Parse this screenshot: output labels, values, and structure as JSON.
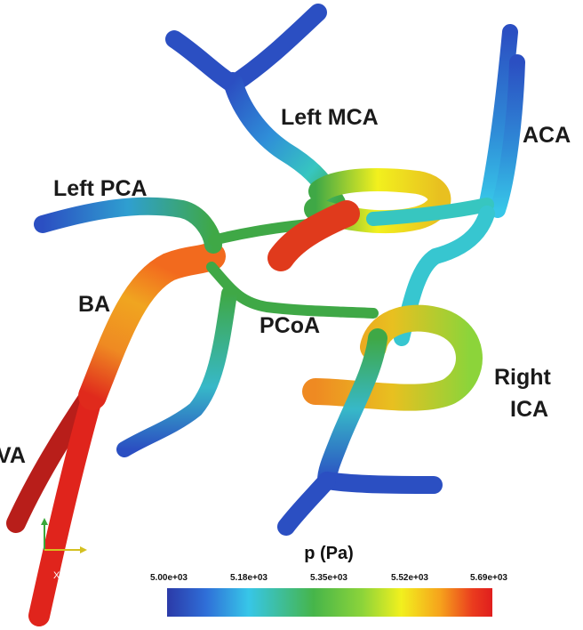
{
  "labels": {
    "left_mca": "Left MCA",
    "aca": "ACA",
    "left_pca": "Left PCA",
    "ba": "BA",
    "pcoa": "PCoA",
    "right": "Right",
    "ica": "ICA",
    "va": "VA"
  },
  "axes_widget": {
    "x_label": "X"
  },
  "colorbar": {
    "title": "p (Pa)",
    "ticks": [
      "5.00e+03",
      "5.18e+03",
      "5.35e+03",
      "5.52e+03",
      "5.69e+03"
    ],
    "range": [
      5000,
      5690
    ],
    "colormap": [
      "#2b3aa8",
      "#2f6fd8",
      "#37c6e8",
      "#46b54a",
      "#8cd43a",
      "#f2f01e",
      "#f6a21c",
      "#ea3b1e",
      "#e01e1e"
    ]
  },
  "colors": {
    "low": "#2b3aa8",
    "cyan": "#37c6e8",
    "green": "#3fa846",
    "yellow": "#e8e020",
    "orange": "#ef8a22",
    "high": "#d8201c"
  }
}
